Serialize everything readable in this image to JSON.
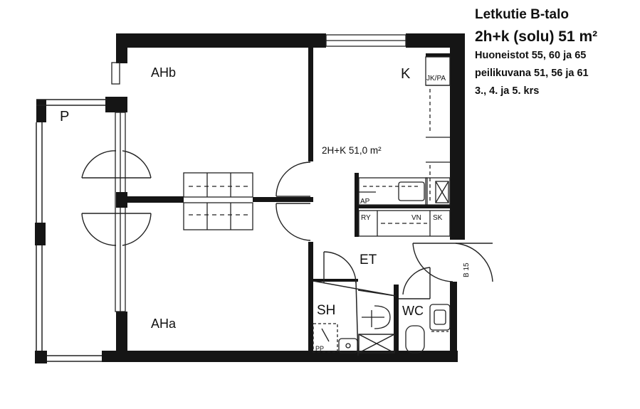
{
  "header": {
    "title": "Letkutie B-talo",
    "subtitle": "2h+k (solu) 51 m²",
    "apartments": "Huoneistot 55, 60 ja 65",
    "mirror": "peilikuvana 51, 56 ja 61",
    "floors": "3., 4. ja 5. krs"
  },
  "rooms": {
    "bedroom_b": "AHb",
    "bedroom_a": "AHa",
    "kitchen": "K",
    "balcony": "P",
    "hall": "ET",
    "bathroom": "SH",
    "toilet": "WC"
  },
  "labels": {
    "area": "2H+K 51,0 m²",
    "fridge_freezer": "JK/PA",
    "dishwasher": "AP",
    "cleaning": "RY",
    "cabinet_vn": "VN",
    "cabinet_sk": "SK",
    "stair": "B 15",
    "pp": "PP"
  }
}
